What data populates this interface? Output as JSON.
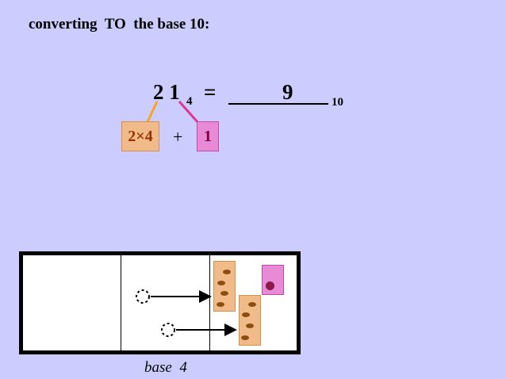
{
  "title": "converting  TO  the base 10:",
  "equation": {
    "digits": "2 1",
    "source_base": "4",
    "equals": "=",
    "answer": "9",
    "target_base": "10"
  },
  "expansion": {
    "left_term": "2×4",
    "operator": "+",
    "right_term": "1"
  },
  "diagram": {
    "label": "base  4"
  },
  "colors": {
    "background": "#ccccff",
    "orange_fill": "#f0bb88",
    "pink_fill": "#e98ad6",
    "orange_line": "#f5a623",
    "pink_line": "#e0368f"
  }
}
